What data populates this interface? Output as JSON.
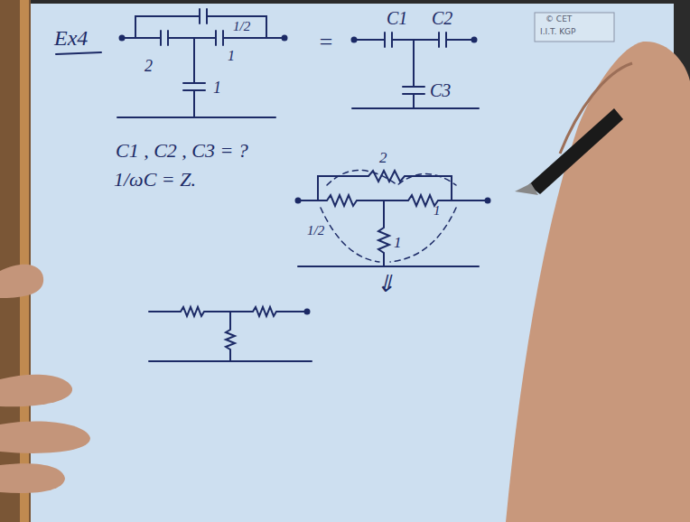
{
  "diagram": {
    "labels": [
      "Ex4",
      "1/2",
      "2",
      "1",
      "1",
      "=",
      "C1",
      "C2",
      "C3",
      "C1 , C2 , C3 = ?",
      "1/ωC = Z.",
      "2",
      "1/2",
      "1",
      "1",
      "⇓",
      "© CET",
      "I.I.T. KGP"
    ]
  }
}
